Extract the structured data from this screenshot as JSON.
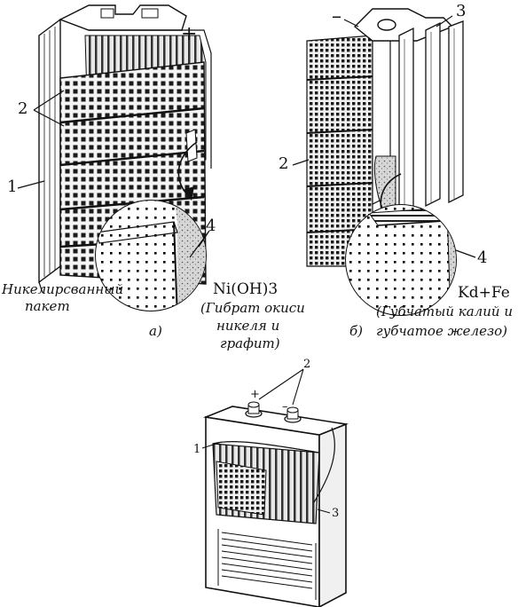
{
  "figure_a": {
    "sign_plus": "+",
    "label_1": "1",
    "label_2": "2",
    "label_4": "4",
    "caption_line1": "Никелирсванный",
    "caption_line2": "пакет",
    "formula": "Ni(OH)3",
    "desc_line1": "(Гибрат окиси",
    "desc_line2": "никеля и",
    "desc_line3": "графит)",
    "letter": "а)"
  },
  "figure_b": {
    "sign_minus": "–",
    "label_2": "2",
    "label_3": "3",
    "label_4": "4",
    "formula": "Kd+Fe",
    "desc_line1": "(Губчатый калий и",
    "desc_line2": "губчатое   железо)",
    "letter": "б)"
  },
  "figure_c": {
    "sign_plus": "+",
    "sign_minus": "–",
    "label_1": "1",
    "label_2": "2",
    "label_3": "3"
  }
}
